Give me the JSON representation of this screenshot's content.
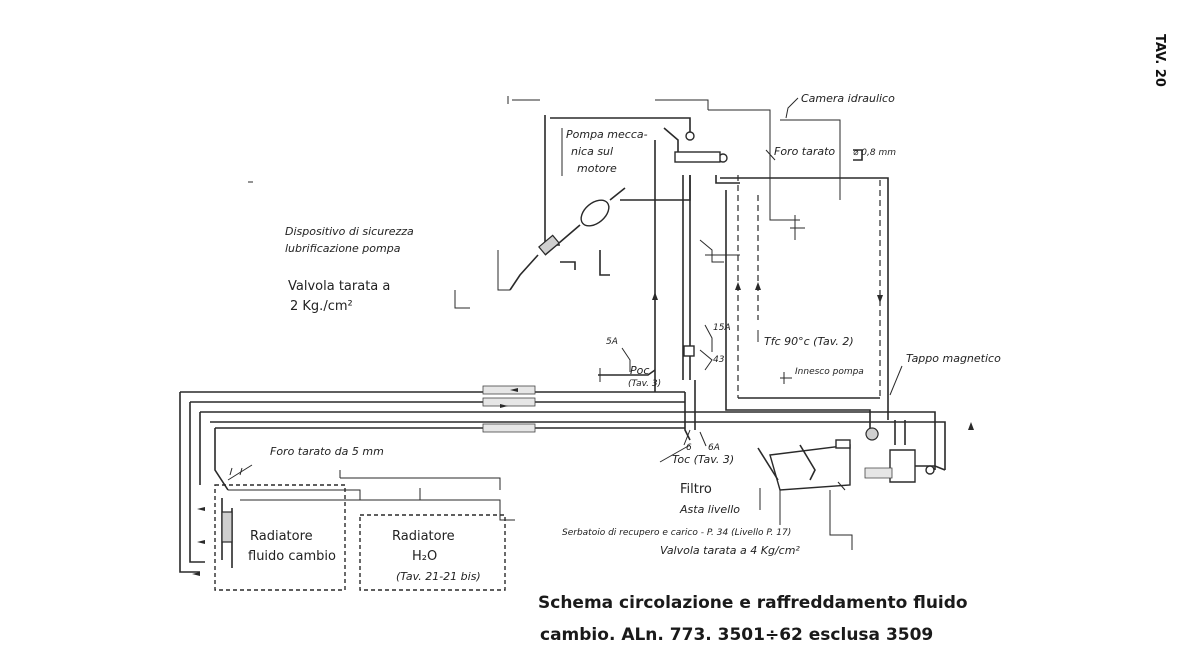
{
  "plate_label": "TAV. 20",
  "labels": {
    "camera_idraulico": "Camera idraulico",
    "pompa_1": "Pompa mecca-",
    "pompa_2": "nica sul",
    "pompa_3": "motore",
    "foro_tarato": "Foro tarato",
    "diam_08": "⌀ 0,8 mm",
    "dispositivo_1": "Dispositivo di sicurezza",
    "dispositivo_2": "lubrificazione pompa",
    "valvola_1": "Valvola tarata a",
    "valvola_2": "2 Kg./cm²",
    "tfc": "Tfc 90°c (Tav. 2)",
    "innesco": "Innesco pompa",
    "tappo": "Tappo magnetico",
    "poc": "Poc",
    "poc_tav": "(Tav. 3)",
    "toc": "Toc (Tav. 3)",
    "lbl_5a": "5A",
    "lbl_15a": "15A",
    "lbl_43": "43",
    "lbl_6": "6",
    "lbl_6a": "6A",
    "foro_5mm": "Foro tarato da 5 mm",
    "rad1_1": "Radiatore",
    "rad1_2": "fluido cambio",
    "rad2_1": "Radiatore",
    "rad2_2": "H₂O",
    "rad2_3": "(Tav. 21-21 bis)",
    "filtro": "Filtro",
    "asta": "Asta livello",
    "serbatoio": "Serbatoio di recupero e carico - P. 34 (Livello P. 17)",
    "valvola_4": "Valvola tarata a 4 Kg/cm²"
  },
  "caption": {
    "line1": "Schema circolazione e raffreddamento fluido",
    "line2": "cambio. ALn. 773. 3501÷62 esclusa 3509"
  }
}
